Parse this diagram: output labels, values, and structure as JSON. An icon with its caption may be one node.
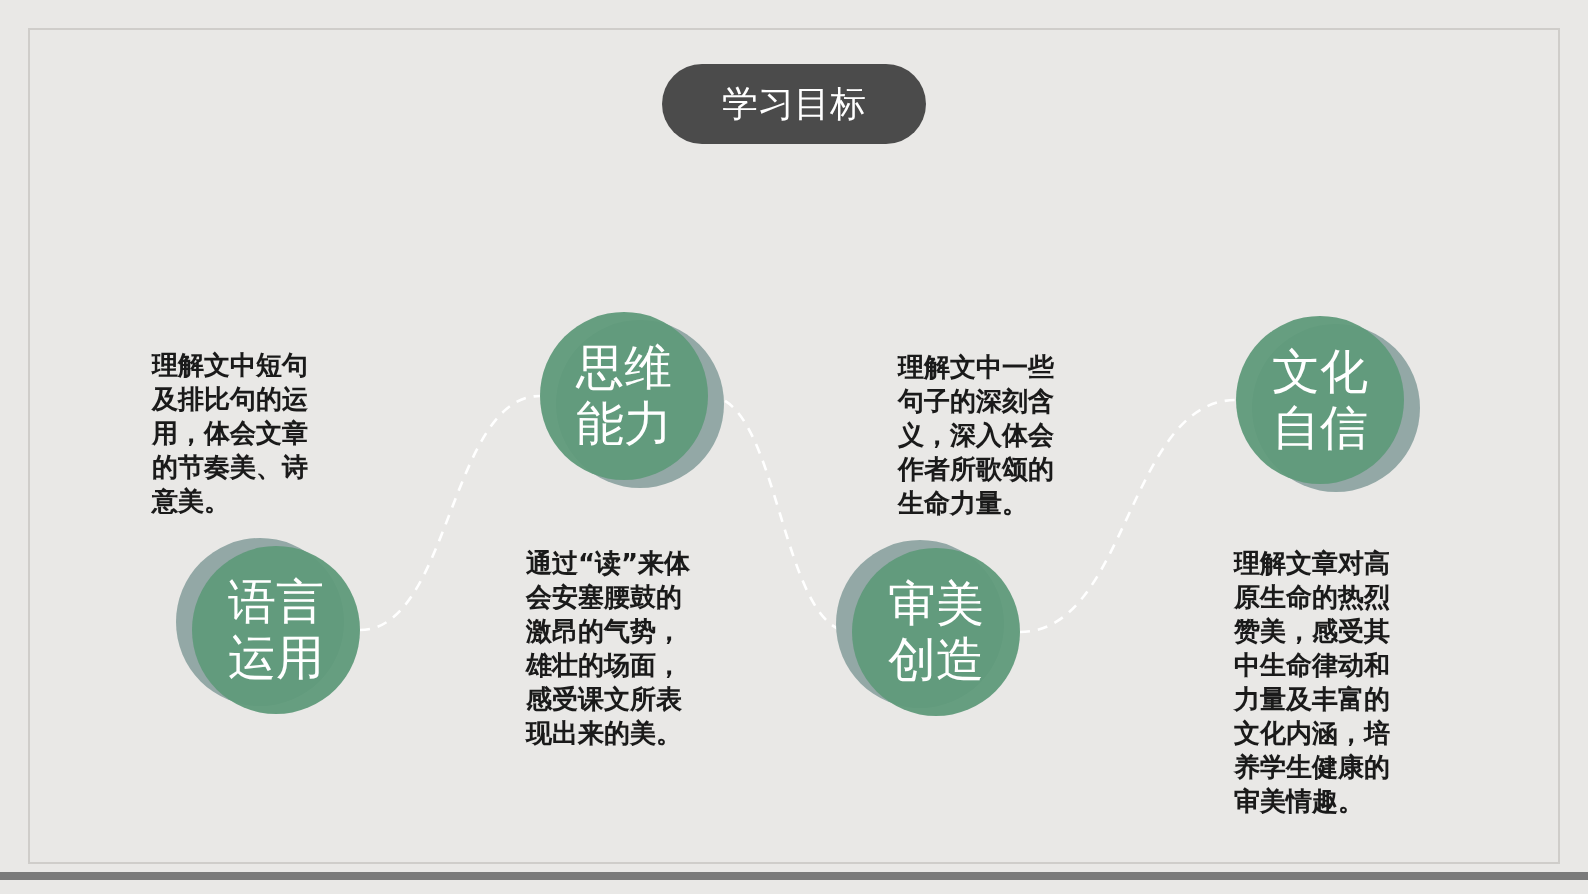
{
  "diagram": {
    "title": "学习目标",
    "nodes": [
      {
        "text": [
          "语言运用"
        ],
        "beside": [
          "理解文中短句及排比句的运用，体会文章的节奏美、诗意美。"
        ]
      },
      {
        "text": [
          "思维能力"
        ],
        "beside": [
          "通过“读”来体会安塞腰鼓的激昂的气势，雄壮的场面，感受课文所表现出来的美。"
        ]
      },
      {
        "text": [
          "审美创造"
        ],
        "beside": [
          "理解文中一些句子的深刻含义，深入体会作者所歌颂的生命力量。"
        ]
      },
      {
        "text": [
          "文化自信"
        ],
        "beside": [
          "理解文章对高原生命的热烈赞美，感受其中生命律动和力量及丰富的文化内涵，培养学生健康的审美情趣。"
        ]
      }
    ],
    "edges": [
      {
        "from": 0,
        "to": 1,
        "arrow": "none",
        "style": "dashed",
        "color": "#ffffff"
      },
      {
        "from": 1,
        "to": 2,
        "arrow": "none",
        "style": "dashed",
        "color": "#ffffff"
      },
      {
        "from": 2,
        "to": 3,
        "arrow": "none",
        "style": "dashed",
        "color": "#ffffff"
      }
    ]
  }
}
